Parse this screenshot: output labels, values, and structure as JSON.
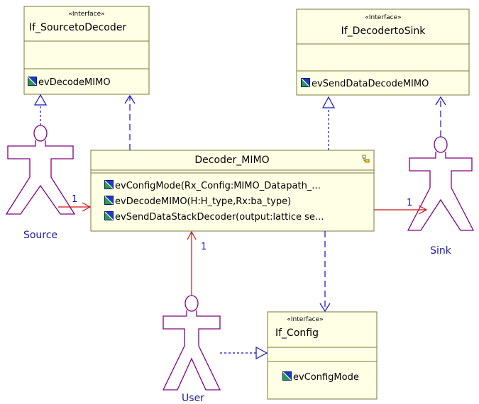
{
  "interfaces": {
    "source_to_decoder": {
      "stereotype": "«Interface»",
      "name": "If_SourcetoDecoder",
      "operations": [
        "evDecodeMIMO"
      ]
    },
    "decoder_to_sink": {
      "stereotype": "«Interface»",
      "name": "If_DecodertoSink",
      "operations": [
        "evSendDataDecodeMIMO"
      ]
    },
    "config": {
      "stereotype": "«Interface»",
      "name": "If_Config",
      "operations": [
        "evConfigMode"
      ]
    }
  },
  "decoder": {
    "name": "Decoder_MIMO",
    "operations": [
      "evConfigMode(Rx_Config:MIMO_Datapath_...",
      "evDecodeMIMO(H:H_type,Rx:ba_type)",
      "evSendDataStackDecoder(output:lattice  se..."
    ]
  },
  "actors": {
    "source": "Source",
    "sink": "Sink",
    "user": "User"
  },
  "multiplicities": {
    "source_assoc": "1",
    "sink_assoc": "1",
    "user_assoc": "1"
  },
  "colors": {
    "box_fill": "#ffffe6",
    "box_border": "#7a7a3a",
    "actor": "#800080",
    "actor_label": "#1a1aa8",
    "dependency": "#1010c8",
    "association": "#cc1010"
  },
  "icons": {
    "operation": "operation-icon",
    "class_badge": "class-badge-icon"
  }
}
